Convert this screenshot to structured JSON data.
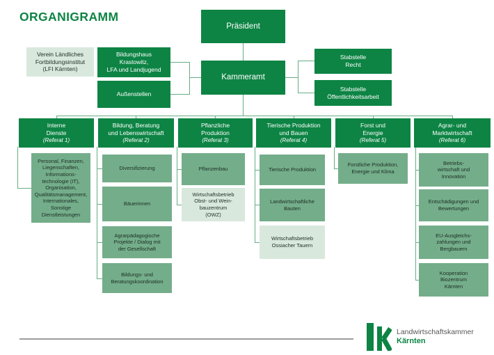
{
  "title": "ORGANIGRAMM",
  "palette": {
    "dark_green": "#0d8444",
    "medium_green": "#74ad8a",
    "light_green": "#d9e8dd",
    "connector_green": "#65ad83",
    "footer_gray": "#9c9c9c",
    "logo_gray": "#575756"
  },
  "nodes": {
    "praesident": {
      "label": "Präsident",
      "variant": "dark"
    },
    "kammeramt": {
      "label": "Kammeramt",
      "variant": "dark"
    },
    "lfi": {
      "label": "Verein Ländliches\nFortbildungsinstitut\n(LFI Kärnten)",
      "variant": "light"
    },
    "bildungshaus": {
      "label": "Bildungshaus\nKrastowitz,\nLFA und Landjugend",
      "variant": "dark"
    },
    "aussenstellen": {
      "label": "Außenstellen",
      "variant": "dark"
    },
    "stabstelle_recht": {
      "label": "Stabstelle\nRecht",
      "variant": "dark"
    },
    "stabstelle_oeffentlichkeit": {
      "label": "Stabstelle\nÖffentlichkeitsarbeit",
      "variant": "dark"
    }
  },
  "departments": [
    {
      "name": "Interne\nDienste",
      "referat": "(Referat 1)",
      "children": [
        {
          "label": "Personal, Finanzen,\nLiegenschaften,\nInformations-\ntechnologie (IT),\nOrganisation,\nQualitätsmanagement,\nInternationales,\nSonstige\nDienstleistungen",
          "variant": "medium"
        }
      ]
    },
    {
      "name": "Bildung, Beratung\nund Lebenswirtschaft",
      "referat": "(Referat 2)",
      "children": [
        {
          "label": "Diversifizierung",
          "variant": "medium"
        },
        {
          "label": "Bäuerinnen",
          "variant": "medium"
        },
        {
          "label": "Agrarpädagogische\nProjekte / Dialog mit\nder Gesellschaft",
          "variant": "medium"
        },
        {
          "label": "Bildungs- und\nBeratungskoordination",
          "variant": "medium"
        }
      ]
    },
    {
      "name": "Pflanzliche\nProduktion",
      "referat": "(Referat 3)",
      "children": [
        {
          "label": "Pflanzenbau",
          "variant": "medium"
        },
        {
          "label": "Wirtschaftsbetrieb\nObst- und Wein-\nbauzentrum\n(OWZ)",
          "variant": "light"
        }
      ]
    },
    {
      "name": "Tierische Produktion\nund Bauen",
      "referat": "(Referat 4)",
      "children": [
        {
          "label": "Tierische Produktion",
          "variant": "medium"
        },
        {
          "label": "Landwirtschaftliche\nBauten",
          "variant": "medium"
        },
        {
          "label": "Wirtschaftsbetrieb\nOssiacher Tauern",
          "variant": "light"
        }
      ]
    },
    {
      "name": "Forst und\nEnergie",
      "referat": "(Referat 5)",
      "children": [
        {
          "label": "Forstliche Produktion,\nEnergie und Klima",
          "variant": "medium"
        }
      ]
    },
    {
      "name": "Agrar- und\nMarktwirtschaft",
      "referat": "(Referat 6)",
      "children": [
        {
          "label": "Betriebs-\nwirtschaft und\nInnovation",
          "variant": "medium"
        },
        {
          "label": "Entschädigungen und\nBewertungen",
          "variant": "medium"
        },
        {
          "label": "EU-Ausgleichs-\nzahlungen und\nBergbauern",
          "variant": "medium"
        },
        {
          "label": "Kooperation\nBiozentrum\nKärnten",
          "variant": "medium"
        }
      ]
    }
  ],
  "logo": {
    "name": "Landwirtschaftskammer",
    "region": "Kärnten"
  }
}
